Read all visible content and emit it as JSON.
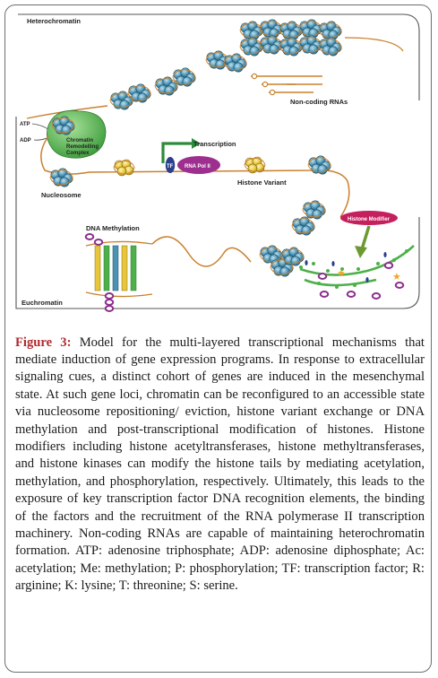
{
  "figure": {
    "labels": {
      "heterochromatin": "Heterochromatin",
      "non_coding_rnas": "Non-coding RNAs",
      "atp": "ATP",
      "adp": "ADP",
      "remodelling_line1": "Chromatin",
      "remodelling_line2": "Remodelling",
      "remodelling_line3": "Complex",
      "transcription": "Transcription",
      "tf": "TF",
      "rna_pol": "RNA Pol II",
      "nucleosome": "Nucleosome",
      "histone_variant": "Histone Variant",
      "dna_methylation": "DNA Methylation",
      "histone_modifier": "Histone Modifier",
      "euchromatin": "Euchromatin"
    },
    "colors": {
      "dna_strand": "#c9812e",
      "nucleosome": "#4a93b5",
      "histone_variant": "#e8c53a",
      "remodelling_complex": "#4cb04a",
      "tf": "#2b3f8c",
      "rna_pol": "#9d2f8f",
      "transcription_arrow": "#2e8a3c",
      "histone_modifier": "#c51f5d",
      "modifier_arrow": "#6c9a30",
      "histone_tail": "#4db04a",
      "methyl_ring": "#8e2f8e",
      "phospho_star": "#f0a72a",
      "acetyl_dot": "#2b3f8c",
      "caption_label": "#b1292f"
    }
  },
  "caption": {
    "label": "Figure 3:",
    "text": "Model for the multi-layered transcriptional mechanisms that mediate induction of gene expression programs. In response to extracellular signaling cues, a distinct cohort of genes are induced in the mesenchymal state. At such gene loci, chromatin can be reconfigured to an accessible state via nucleosome repositioning/ eviction, histone variant exchange or DNA methylation and post-transcriptional modification of histones. Histone modifiers including histone acetyltransferases, histone methyltransferases, and histone kinases can modify the histone tails by mediating acetylation, methylation, and phosphorylation, respectively. Ultimately, this leads to the exposure of key transcription factor DNA recognition elements, the binding of the factors and the recruitment of the RNA polymerase II transcription machinery. Non-coding RNAs are capable of maintaining heterochromatin formation. ATP: adenosine triphosphate; ADP: adenosine diphosphate; Ac: acetylation; Me: methylation; P: phosphorylation; TF: transcription factor; R: arginine; K: lysine; T: threonine; S: serine."
  }
}
